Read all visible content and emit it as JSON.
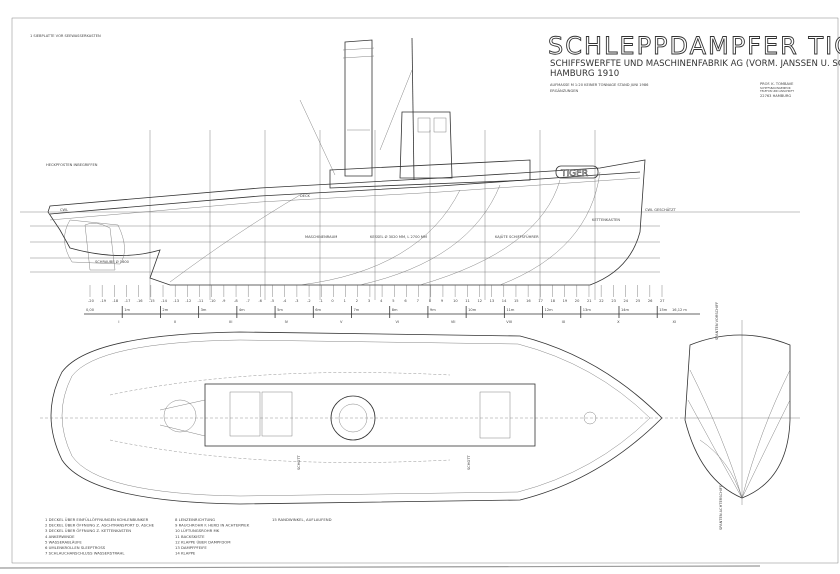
{
  "title_block": {
    "title": "SCHLEPPDAMPFER TIGER",
    "builder": "SCHIFFSWERFTE UND MASCHINENFABRIK AG (VORM. JANSSEN U. SCHMILINSKI)",
    "place_year": "HAMBURG 1910",
    "note_1": "AUFMASSE M 1:20  KEINER TONNAGE STAND JUNI 1986",
    "note_2": "ERGÄNZUNGEN",
    "stamp": [
      "PROF. K. TOMBAVE",
      "SCHIFFSBAUINGENIEUR",
      "TELEFON UND ANSCHRIFT",
      "22763 HAMBURG"
    ]
  },
  "top_note": "1  SIEBPLATTE VOR SEEWASSERKASTEN",
  "side_view_labels": {
    "stern_note": "HECKPFOSTEN INBEGRIFFEN",
    "cwl": "CWL",
    "cwl_estimated": "CWL GESCHÄTZT",
    "propeller": "SCHRAUBE Ø 1600",
    "engine_room": "MASCHINENRAUM",
    "boiler": "KESSEL Ø 3020 MM, L 2700 MM",
    "cabin": "KAJÜTE SCHIFFSFÜHRER",
    "chain_locker": "KETTENKASTEN",
    "deck": "DECK",
    "name_board": "TIGER"
  },
  "plan_view_labels": {
    "frame_a": "SCHOTT",
    "frame_b": "SCHOTT"
  },
  "body_plan_labels": {
    "top": "SPANTEN VORSCHIFF",
    "bottom": "SPANTEN ACHTERSCHIFF"
  },
  "frame_numbers": [
    "-20",
    "-19",
    "-18",
    "-17",
    "-16",
    "-15",
    "-14",
    "-13",
    "-12",
    "-11",
    "-10",
    "-9",
    "-8",
    "-7",
    "-6",
    "-5",
    "-4",
    "-3",
    "-2",
    "-1",
    "0",
    "1",
    "2",
    "3",
    "4",
    "5",
    "6",
    "7",
    "8",
    "9",
    "10",
    "11",
    "12",
    "13",
    "14",
    "15",
    "16",
    "17",
    "18",
    "19",
    "20",
    "21",
    "22",
    "23",
    "24",
    "25",
    "26",
    "27"
  ],
  "scale": {
    "start": "0,00",
    "marks": [
      "1m",
      "2m",
      "3m",
      "4m",
      "5m",
      "6m",
      "7m",
      "8m",
      "9m",
      "10m",
      "11m",
      "12m",
      "13m",
      "14m",
      "15m"
    ],
    "end": "16,12 m",
    "stations": [
      "I",
      "II",
      "III",
      "IV",
      "V",
      "VI",
      "VII",
      "VIII",
      "IX",
      "X",
      "XI"
    ]
  },
  "legend": {
    "col1": [
      "1  DECKEL ÜBER EINFÜLLÖFFNUNGEN KOHLENBUNKER",
      "2  DECKEL ÜBER ÖFFNUNG Z. ASCHTRANSPORT D. ASCHE",
      "3  DECKEL ÜBER ÖFFNUNG Z. KETTENKASTEN",
      "4  ANKERWINDE",
      "5  WASSERABLÄUFE",
      "6  UMLENKROLLEN SLEEPTROSS",
      "7  SCHLAUCHANSCHLUSS WASSERSTRAHL"
    ],
    "col2": [
      "8  LENZEINRICHTUNG",
      "9  RAUCHROHR F. HERD IN ACHTERPIEK",
      "10 LÜFTUNGSROHR MK",
      "11 BACKSKISTE",
      "12 KLAPPE ÜBER DAMPFDOM",
      "13 DAMPFPFEIFE",
      "14 KLAPPE"
    ],
    "col3": [
      "15 RANDWINKEL, AUFLAUFEND"
    ]
  }
}
